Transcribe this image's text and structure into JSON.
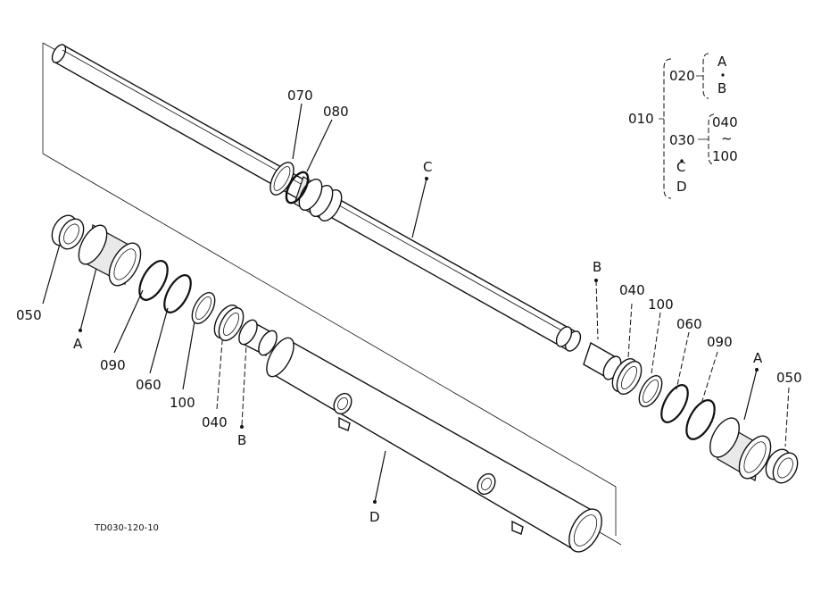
{
  "diagram_id": "TD030-120-10",
  "labels": {
    "p070": "070",
    "p080": "080",
    "pC": "C",
    "pB_right": "B",
    "p040_right": "040",
    "p100_right": "100",
    "p060_right": "060",
    "p090_right": "090",
    "pA_right": "A",
    "p050_right": "050",
    "p050_left": "050",
    "pA_left": "A",
    "p090_left": "090",
    "p060_left": "060",
    "p100_left": "100",
    "p040_left": "040",
    "pB_left": "B",
    "pD": "D"
  },
  "legend": {
    "root": "010",
    "n020": "020",
    "n030": "030",
    "a": "A",
    "b": "B",
    "c": "C",
    "d": "D",
    "r040": "040",
    "tilde": "~",
    "r100": "100"
  }
}
